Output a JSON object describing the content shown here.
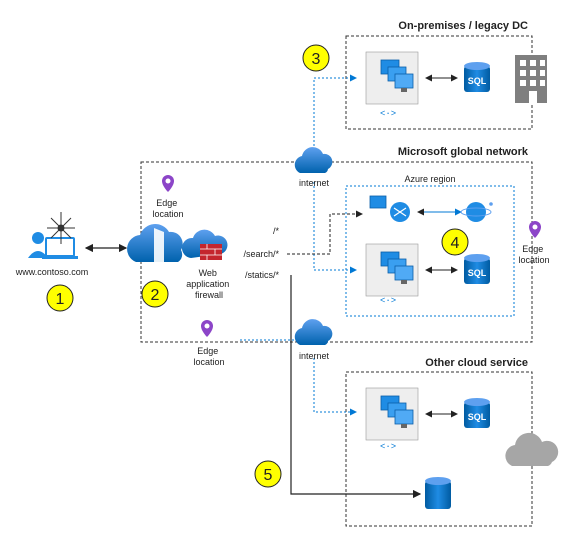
{
  "boxes": {
    "onprem": "On-premises / legacy DC",
    "msnet": "Microsoft global network",
    "region": "Azure region",
    "other": "Other cloud service"
  },
  "internet_labels": [
    "internet",
    "internet"
  ],
  "client_label": "www.contoso.com",
  "edge_locations": [
    "Edge\nlocation",
    "Edge\nlocation",
    "Edge\nlocation"
  ],
  "waf_label": "Web\napplication\nfirewall",
  "routes": [
    "/*",
    "/search/*",
    "/statics/*"
  ],
  "sql_labels": [
    "SQL",
    "SQL",
    "SQL"
  ],
  "badges": [
    "1",
    "2",
    "3",
    "4",
    "5"
  ],
  "colors": {
    "azure_blue": "#0078d4",
    "badge_fill": "#ffff00",
    "waf_red": "#c4262e",
    "gray_building": "#7f7f7f"
  }
}
